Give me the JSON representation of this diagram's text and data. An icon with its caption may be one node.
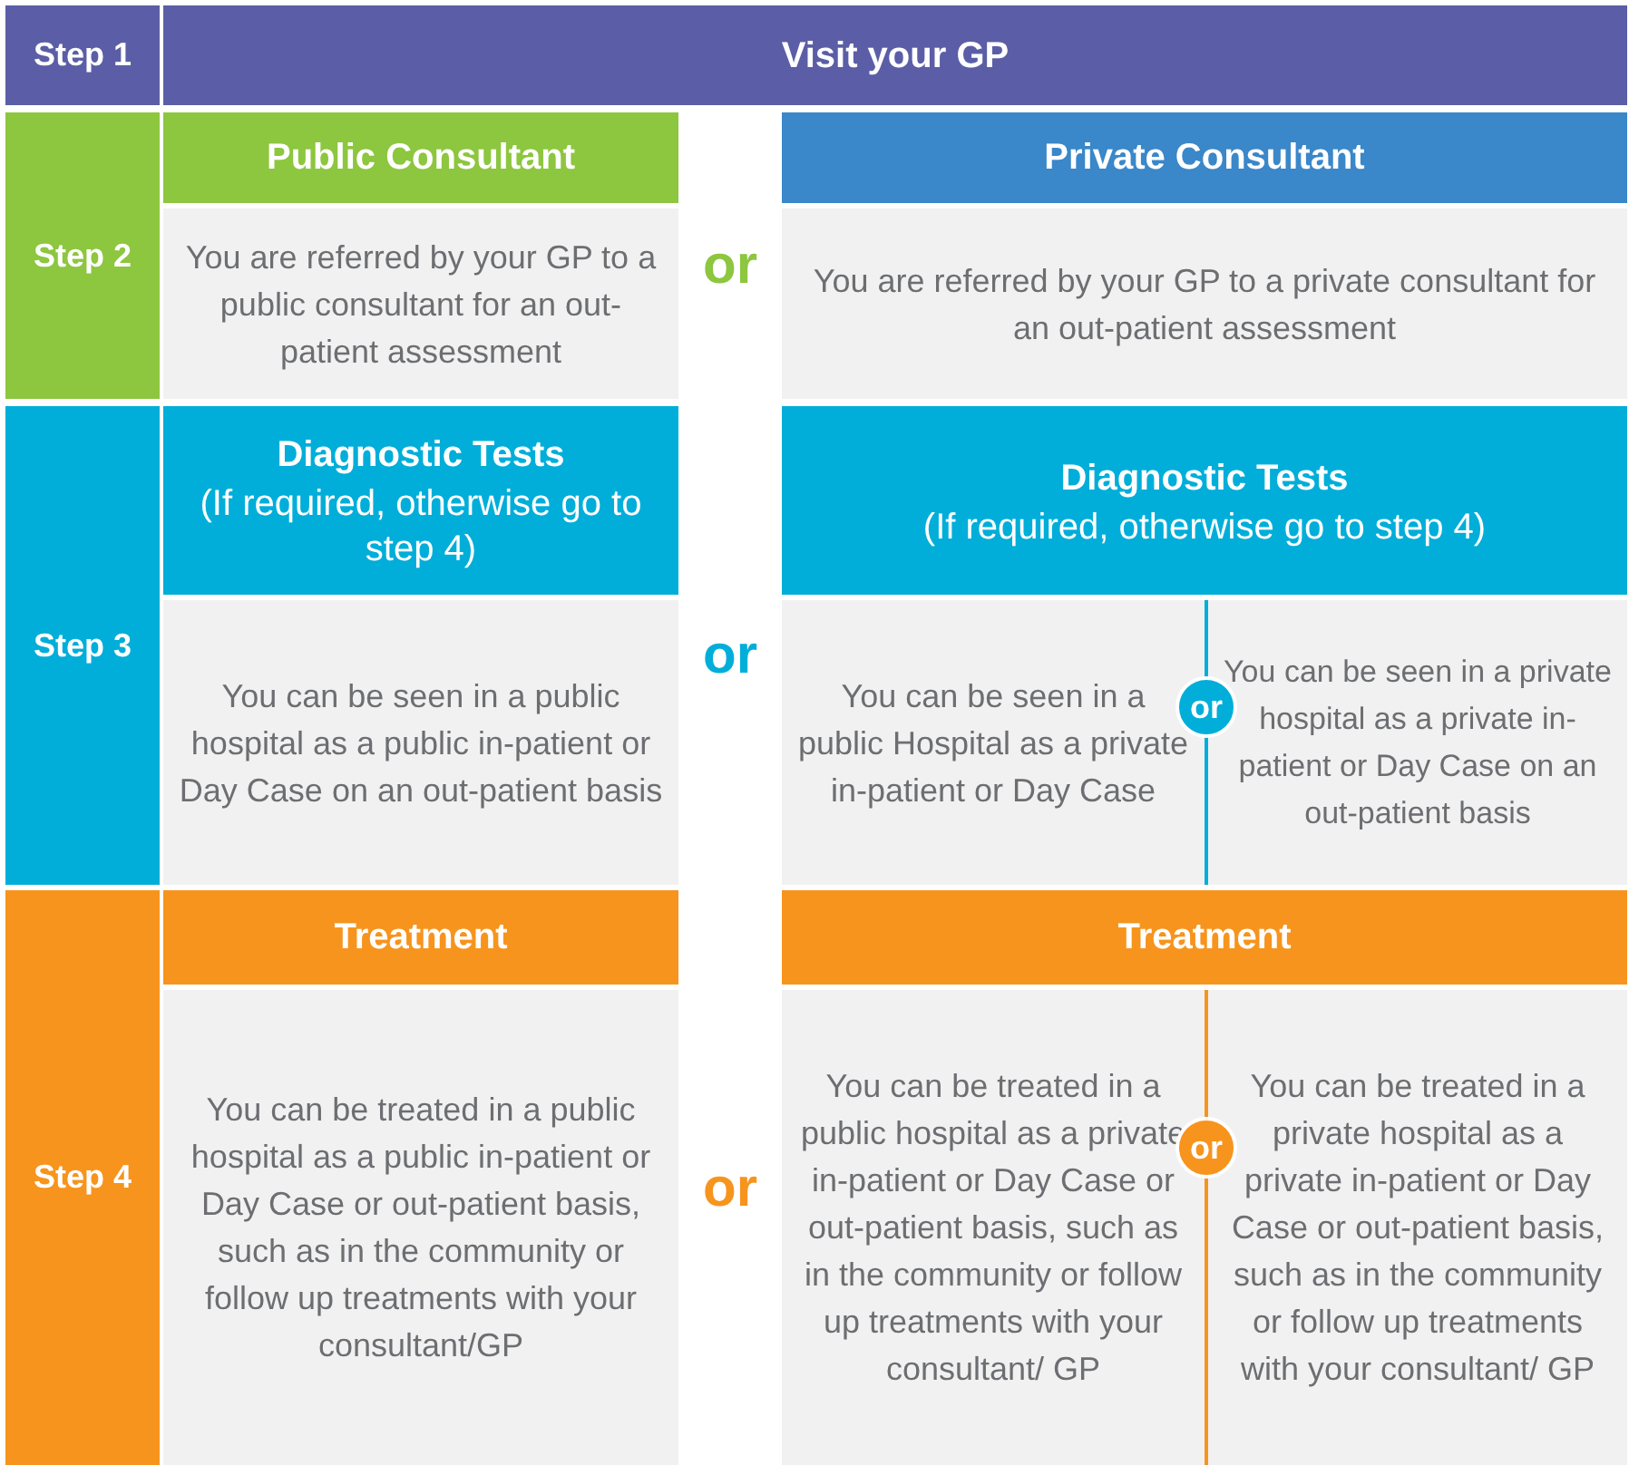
{
  "diagram": {
    "nodes": [
      {
        "text": [
          "Step 1"
        ]
      },
      {
        "text": [
          "Visit your GP"
        ]
      },
      {
        "text": [
          "Step 2"
        ]
      },
      {
        "text": [
          "Public Consultant"
        ]
      },
      {
        "text": [
          "You are referred by your GP to a public consultant for an out-patient assessment"
        ]
      },
      {
        "text": [
          "Private Consultant"
        ]
      },
      {
        "text": [
          "You are referred by your GP to a private consultant for an out-patient assessment"
        ]
      },
      {
        "text": [
          "Step 3"
        ]
      },
      {
        "text": [
          "Diagnostic Tests",
          "(If required, otherwise go to step 4)"
        ]
      },
      {
        "text": [
          "You can be seen in a public hospital as a public in-patient or Day Case on an out-patient basis"
        ]
      },
      {
        "text": [
          "Diagnostic Tests",
          "(If required, otherwise go to step 4)"
        ]
      },
      {
        "text": [
          "You can be seen in a public Hospital as a private in-patient or Day Case"
        ]
      },
      {
        "text": [
          "or"
        ]
      },
      {
        "text": [
          "You can be seen in a private hospital as a private in-patient or Day Case on an out-patient basis"
        ]
      },
      {
        "text": [
          "Step 4"
        ]
      },
      {
        "text": [
          "Treatment"
        ]
      },
      {
        "text": [
          "You can be treated in a public hospital as a public in-patient or Day Case or out-patient basis, such as in the community or follow up treatments with your consultant/GP"
        ]
      },
      {
        "text": [
          "Treatment"
        ]
      },
      {
        "text": [
          "You can be treated in a public hospital as a private in-patient or Day Case or out-patient basis, such as in the community or follow up treatments with your consultant/ GP"
        ]
      },
      {
        "text": [
          "or"
        ]
      },
      {
        "text": [
          "You can be treated in a private hospital as a private in-patient or Day Case or out-patient basis, such as in the community or follow up treatments with your consultant/ GP"
        ]
      }
    ],
    "labels": [
      "or",
      "or",
      "or"
    ]
  }
}
